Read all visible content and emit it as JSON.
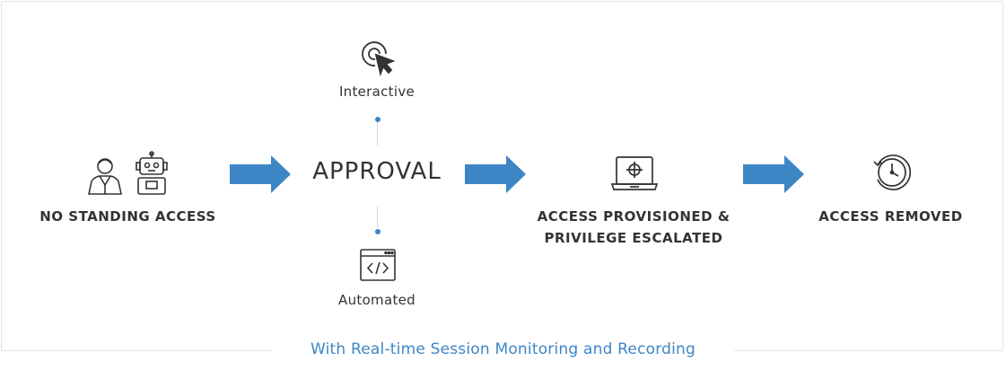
{
  "colors": {
    "accent": "#3d86c6",
    "text": "#333333",
    "border": "#e3e6ea"
  },
  "stages": {
    "no_standing_access": {
      "label": "NO STANDING ACCESS",
      "icons": [
        "person-icon",
        "robot-icon"
      ]
    },
    "approval": {
      "label": "APPROVAL",
      "interactive": {
        "label": "Interactive",
        "icon": "cursor-click-icon"
      },
      "automated": {
        "label": "Automated",
        "icon": "code-window-icon"
      }
    },
    "provisioned": {
      "line1": "ACCESS PROVISIONED &",
      "line2": "PRIVILEGE ESCALATED",
      "icon": "laptop-target-icon"
    },
    "removed": {
      "label": "ACCESS REMOVED",
      "icon": "clock-icon"
    }
  },
  "footer": {
    "caption": "With Real-time Session Monitoring and Recording"
  }
}
